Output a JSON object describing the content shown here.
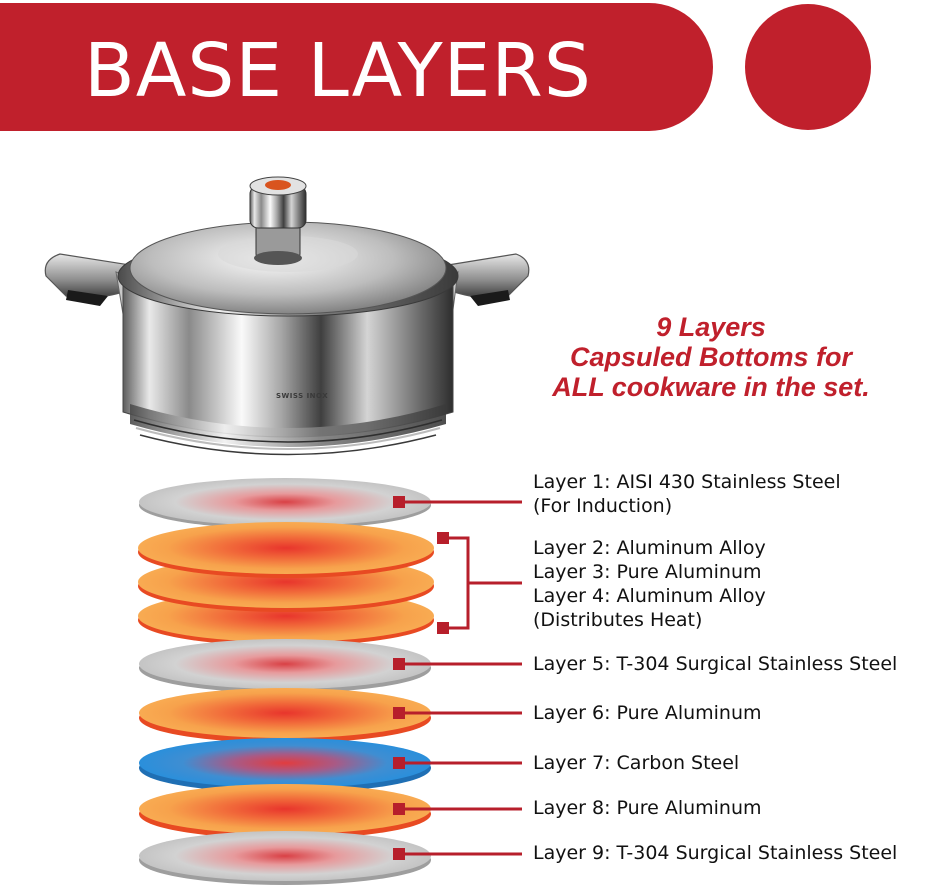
{
  "banner": {
    "title": "BASE LAYERS"
  },
  "pot": {
    "brand": "SWISS INOX"
  },
  "headline": {
    "line1": "9 Layers",
    "line2": "Capsuled Bottoms for",
    "line3": "ALL cookware in the set."
  },
  "colors": {
    "brand_red": "#c0202c",
    "steel": "#d0d0d0",
    "aluminum": "#f4a35a",
    "carbon_steel": "#2d8fd6"
  },
  "labels": {
    "layer1a": "Layer 1: AISI 430 Stainless Steel",
    "layer1b": "(For Induction)",
    "layer2": "Layer 2: Aluminum Alloy",
    "layer3": "Layer 3: Pure Aluminum",
    "layer4": "Layer 4: Aluminum Alloy",
    "group_note": "(Distributes Heat)",
    "layer5": "Layer 5: T-304 Surgical Stainless Steel",
    "layer6": "Layer 6: Pure Aluminum",
    "layer7": "Layer 7: Carbon Steel",
    "layer8": "Layer 8: Pure Aluminum",
    "layer9": "Layer 9: T-304 Surgical Stainless Steel"
  }
}
